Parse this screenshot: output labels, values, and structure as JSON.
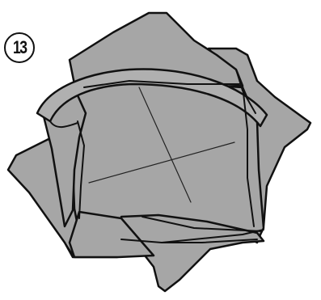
{
  "diagram": {
    "step_label": "13",
    "colors": {
      "paper_fill": "#a6a6a6",
      "band_fill": "#b0b0b0",
      "outline": "#111111",
      "crease": "#222222",
      "background": "#ffffff"
    },
    "elements": [
      "folded-paper-model",
      "curved-band-flap",
      "crease-lines"
    ]
  }
}
